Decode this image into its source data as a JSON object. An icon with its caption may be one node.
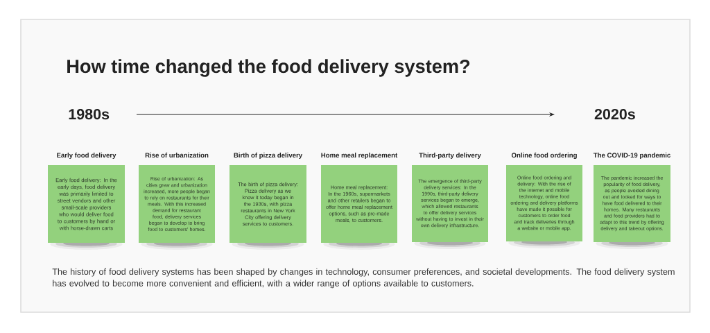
{
  "diagram": {
    "title": "How time changed the food delivery system?",
    "nodes": [
      {
        "text": [
          "Early food delivery",
          "Early food delivery: In the early days, food delivery was primarily limited to street vendors and other small-scale providers who would deliver food to customers by hand or with horse-drawn carts"
        ]
      },
      {
        "text": [
          "Rise of urbanization",
          "Rise of urbanization: As cities grew and urbanization increased, more people began to rely on restaurants for their meals. With this increased demand for restaurant food, delivery services began to develop to bring food to customers' homes."
        ]
      },
      {
        "text": [
          "Birth of pizza delivery",
          "The birth of pizza delivery: Pizza delivery as we know it today began in the 1930s, with pizza restaurants in New York City offering delivery services to customers."
        ]
      },
      {
        "text": [
          "Home meal replacement",
          "Home meal replacement: In the 1960s, supermarkets and other retailers began to offer home meal replacement options, such as pre-made meals, to customers."
        ]
      },
      {
        "text": [
          "Third-party delivery",
          "The emergence of third-party delivery services: In the 1990s, third-party delivery services began to emerge, which allowed restaurants to offer delivery services without having to invest in their own delivery infrastructure."
        ]
      },
      {
        "text": [
          "Online food ordering",
          "Online food ordering and delivery: With the rise of the internet and mobile technology, online food ordering and delivery platforms have made it possible for customers to order food and track deliveries through a website or mobile app."
        ]
      },
      {
        "text": [
          "The COVID-19 pandemic",
          "The pandemic increased the popularity of food delivery, as people avoided dining out and looked for ways to have food delivered to their homes. Many restaurants and food providers had to adapt to this trend by offering delivery and takeout options."
        ]
      }
    ],
    "labels": [
      "1980s",
      "2020s"
    ],
    "caption": "The history of food delivery systems has been shaped by changes in technology, consumer preferences, and societal developments. The food delivery system has evolved to become more convenient and efficient, with a wider range of options available to customers."
  }
}
